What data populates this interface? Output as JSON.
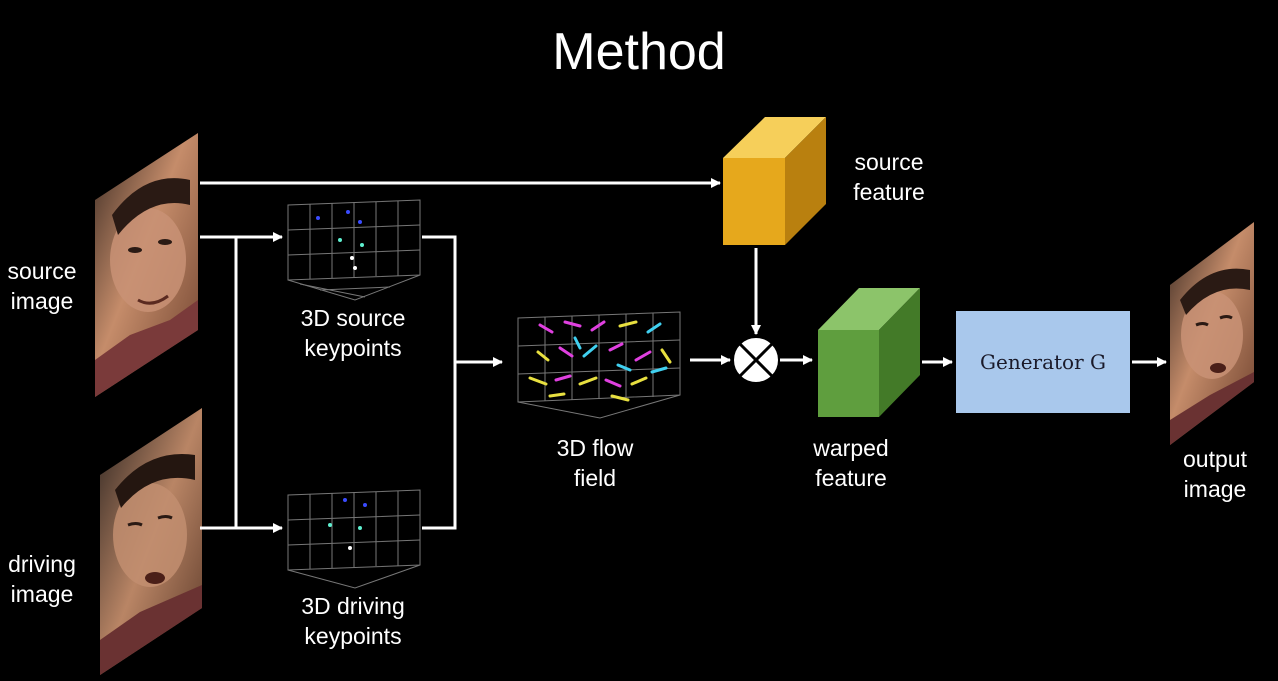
{
  "title": "Method",
  "labels": {
    "source_image": [
      "source",
      "image"
    ],
    "driving_image": [
      "driving",
      "image"
    ],
    "source_keypoints": [
      "3D source",
      "keypoints"
    ],
    "driving_keypoints": [
      "3D driving",
      "keypoints"
    ],
    "flow_field": [
      "3D flow",
      "field"
    ],
    "source_feature": [
      "source",
      "feature"
    ],
    "warped_feature": [
      "warped",
      "feature"
    ],
    "generator": "Generator G",
    "output_image": [
      "output",
      "image"
    ]
  },
  "colors": {
    "background": "#000000",
    "arrow": "#ffffff",
    "source_feature_cube": "#e6a81c",
    "warped_feature_cube": "#5f9e3e",
    "generator_box": "#a9c8ec",
    "keypoint_blue": "#3a4cff",
    "keypoint_cyan": "#5ff0d0",
    "flow_magenta": "#e040e0",
    "flow_yellow": "#e8e040",
    "flow_cyan": "#40d0f0"
  },
  "icons": [
    "face-photo",
    "grid-3d",
    "cube",
    "multiply-circle"
  ]
}
